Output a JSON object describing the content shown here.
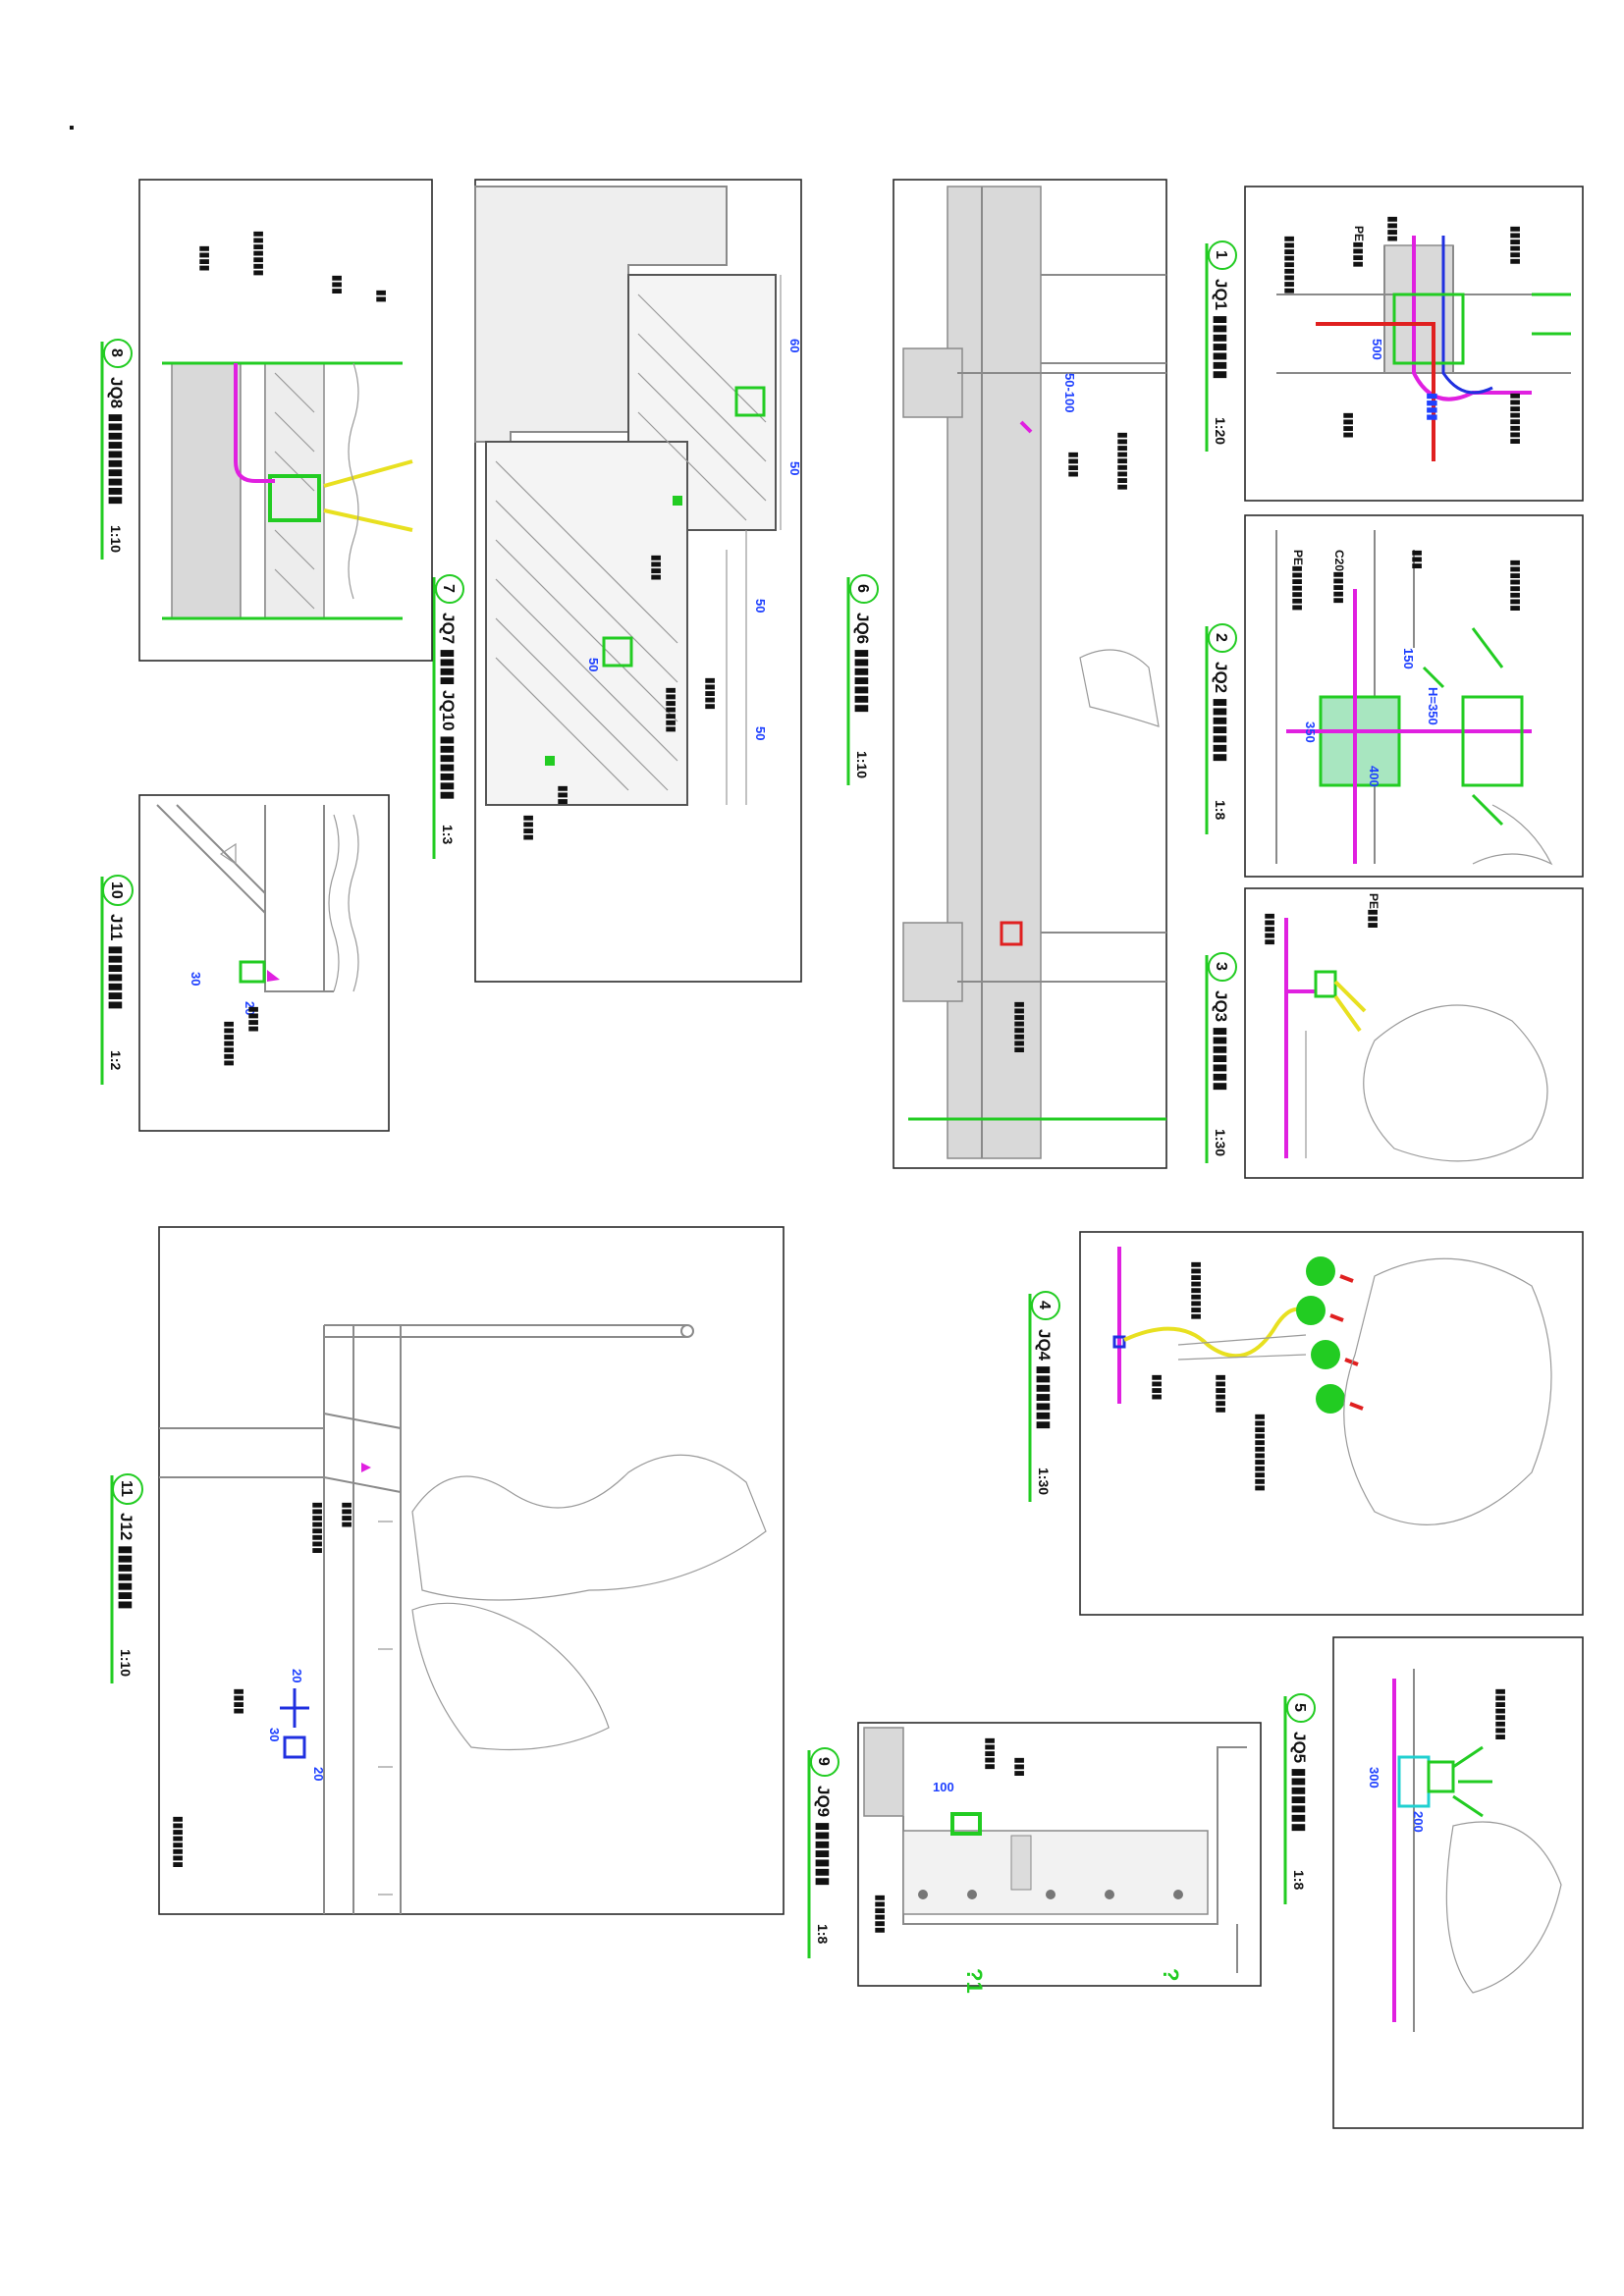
{
  "sheet_mark": "▪",
  "colors": {
    "frame": "#2a2a2a",
    "linework": "#8a8a8a",
    "accent_green": "#22cc22",
    "pipe_magenta": "#e020e0",
    "cable_red": "#e02020",
    "light_yellow": "#e8e020",
    "dimension_blue": "#1e40ff",
    "cyan": "#20d0d0"
  },
  "details": [
    {
      "num": "1",
      "title": "JQ1 ▮▮▮▮▮▮▮",
      "scale": "1:20",
      "dims": [
        "500",
        "▮▮▮▮"
      ],
      "labels": [
        "▮▮▮▮▮▮▮▮▮",
        "PE▮▮▮▮",
        "▮▮▮▮",
        "▮▮▮▮▮▮",
        "▮▮▮▮▮▮▮▮",
        "▮▮▮▮"
      ]
    },
    {
      "num": "2",
      "title": "JQ2 ▮▮▮▮▮▮▮",
      "scale": "1:8",
      "dims": [
        "350",
        "400",
        "H=350",
        "150"
      ],
      "labels": [
        "PE▮▮▮▮▮▮▮",
        "C20▮▮▮▮▮",
        "▮▮▮",
        "▮▮▮▮▮▮▮▮"
      ]
    },
    {
      "num": "3",
      "title": "JQ3 ▮▮▮▮▮▮▮",
      "scale": "1:30",
      "dims": [],
      "labels": [
        "▮▮▮▮▮",
        "PE▮▮▮"
      ]
    },
    {
      "num": "4",
      "title": "JQ4 ▮▮▮▮▮▮▮",
      "scale": "1:30",
      "dims": [],
      "labels": [
        "▮▮▮▮▮▮▮▮▮",
        "▮▮▮▮▮▮",
        "▮▮▮▮▮▮▮▮▮▮▮▮",
        "▮▮▮▮"
      ]
    },
    {
      "num": "5",
      "title": "JQ5 ▮▮▮▮▮▮▮",
      "scale": "1:8",
      "dims": [
        "300",
        "200"
      ],
      "labels": [
        "▮▮▮▮▮▮▮▮"
      ]
    },
    {
      "num": "6",
      "title": "JQ6 ▮▮▮▮▮▮▮",
      "scale": "1:10",
      "dims": [
        "50-100"
      ],
      "labels": [
        "▮▮▮▮▮▮▮▮▮",
        "▮▮▮▮",
        "▮▮▮▮▮▮▮▮"
      ]
    },
    {
      "num": "7",
      "title": "JQ7 ▮▮▮▮ JQ10 ▮▮▮▮▮▮▮",
      "scale": "1:3",
      "dims": [
        "60",
        "50",
        "50",
        "50",
        "50"
      ],
      "labels": [
        "▮▮▮▮",
        "▮▮▮▮▮",
        "▮▮▮▮▮▮▮",
        "▮▮▮▮",
        "▮▮▮"
      ]
    },
    {
      "num": "8",
      "title": "JQ8 ▮▮▮▮▮▮▮▮▮▮",
      "scale": "1:10",
      "dims": [],
      "labels": [
        "▮▮▮▮",
        "▮▮▮▮▮▮▮",
        "▮▮▮",
        "▮▮"
      ]
    },
    {
      "num": "9",
      "title": "JQ9 ▮▮▮▮▮▮▮",
      "scale": "1:8",
      "dims": [
        "100"
      ],
      "labels": [
        "▮▮▮▮▮",
        "▮▮▮",
        "▮▮▮▮▮▮"
      ],
      "marks": [
        "?1",
        "?"
      ]
    },
    {
      "num": "10",
      "title": "J11 ▮▮▮▮▮▮▮",
      "scale": "1:2",
      "dims": [
        "30",
        "20"
      ],
      "labels": [
        "▮▮▮▮",
        "▮▮▮▮▮▮▮"
      ]
    },
    {
      "num": "11",
      "title": "J12 ▮▮▮▮▮▮▮",
      "scale": "1:10",
      "dims": [
        "20",
        "30",
        "20"
      ],
      "labels": [
        "▮▮▮▮▮▮▮▮",
        "▮▮▮▮",
        "▮▮▮▮",
        "▮▮▮▮▮▮▮▮"
      ]
    }
  ]
}
